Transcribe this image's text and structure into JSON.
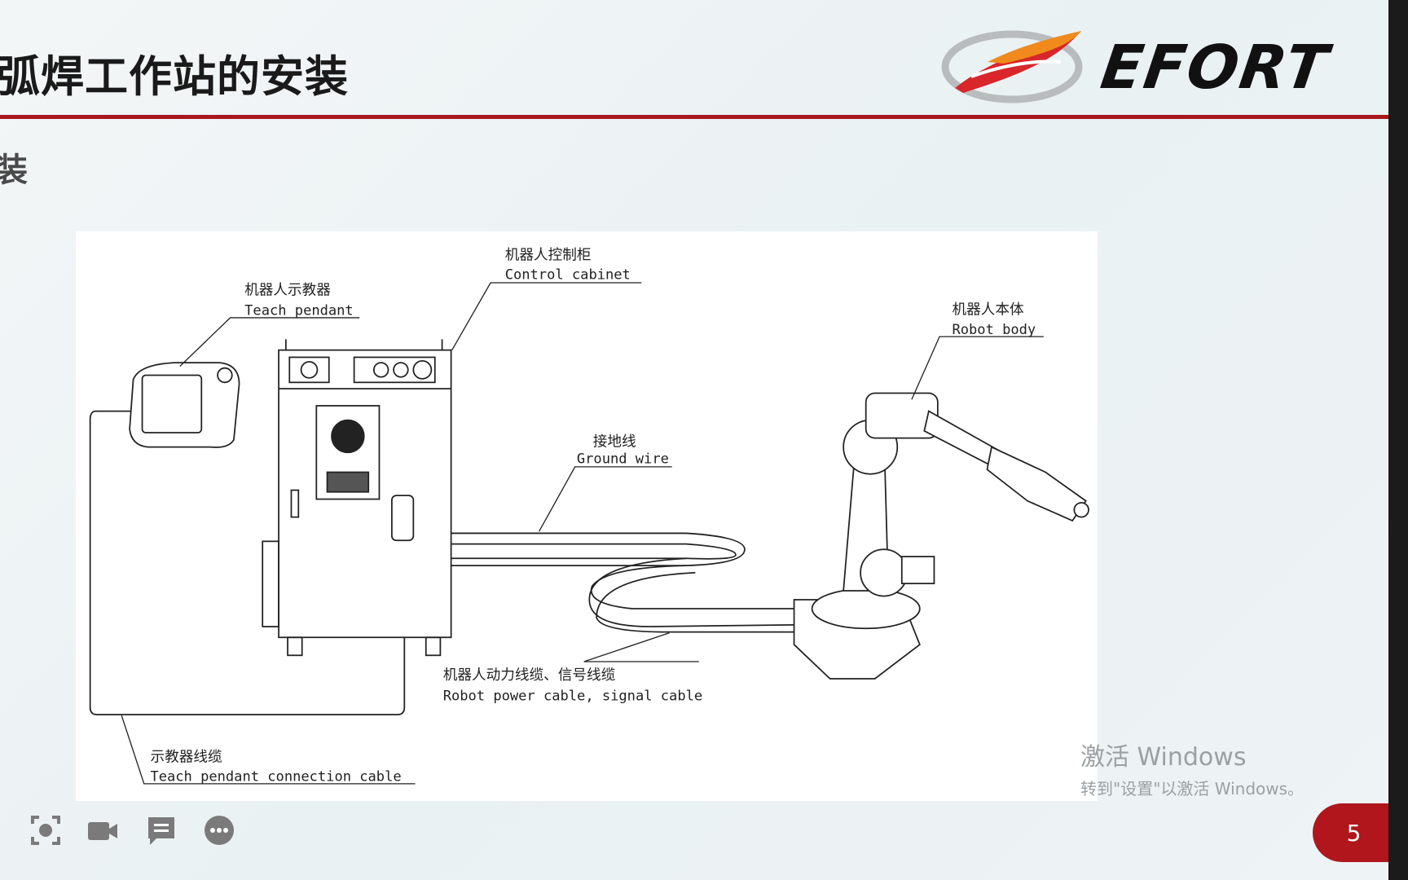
{
  "slide": {
    "title": "弧焊工作站的安装",
    "subtitle": "装",
    "logo_text": "EFORT",
    "page_number": "5",
    "accent_color": "#a8171c"
  },
  "diagram": {
    "labels": {
      "teach_pendant_cn": "机器人示教器",
      "teach_pendant_en": "Teach pendant",
      "control_cabinet_cn": "机器人控制柜",
      "control_cabinet_en": "Control cabinet",
      "robot_body_cn": "机器人本体",
      "robot_body_en": "Robot body",
      "ground_wire_cn": "接地线",
      "ground_wire_en": "Ground wire",
      "power_cable_cn": "机器人动力线缆、信号线缆",
      "power_cable_en": "Robot power cable, signal cable",
      "pendant_cable_cn": "示教器线缆",
      "pendant_cable_en": "Teach pendant connection cable"
    }
  },
  "watermark": {
    "line1": "激活 Windows",
    "line2": "转到\"设置\"以激活 Windows。"
  },
  "toolbar": {
    "icons": [
      "screenshot-icon",
      "camera-icon",
      "chat-icon",
      "more-icon"
    ]
  }
}
